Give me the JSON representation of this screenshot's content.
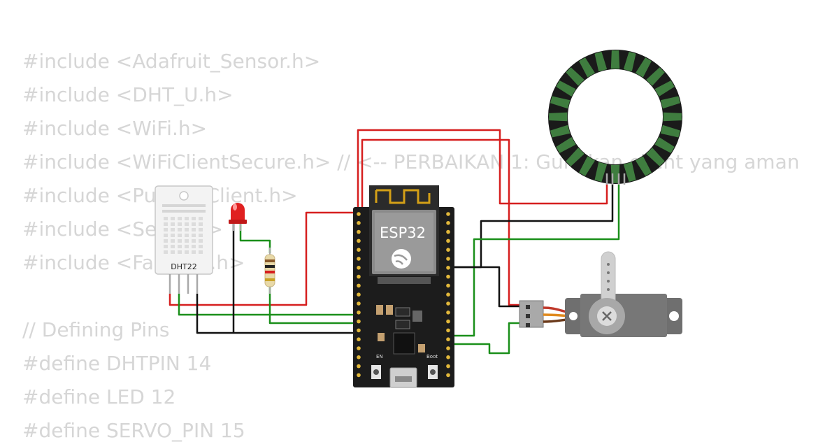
{
  "code_lines": [
    "#include <Adafruit_Sensor.h>",
    "#include <DHT_U.h>",
    "#include <WiFi.h>",
    "#include <WiFiClientSecure.h> // <-- PERBAIKAN 1: Gunakan client yang aman",
    "#include <PubSubClient.h>",
    "#include <Servo.h>",
    "#include <FastLED.h>",
    "",
    "// Defining Pins",
    "#define DHTPIN 14",
    "#define LED 12",
    "#define SERVO_PIN 15"
  ],
  "components": {
    "dht_sensor": {
      "label": "DHT22"
    },
    "mcu": {
      "label": "ESP32",
      "button_en": "EN",
      "button_boot": "Boot"
    },
    "led": {
      "color": "#e02020"
    },
    "neopixel_ring": {
      "pixel_count": 24
    }
  },
  "wire_colors": {
    "power": "#d61f1f",
    "ground": "#111111",
    "signal": "#1a8f1a"
  }
}
